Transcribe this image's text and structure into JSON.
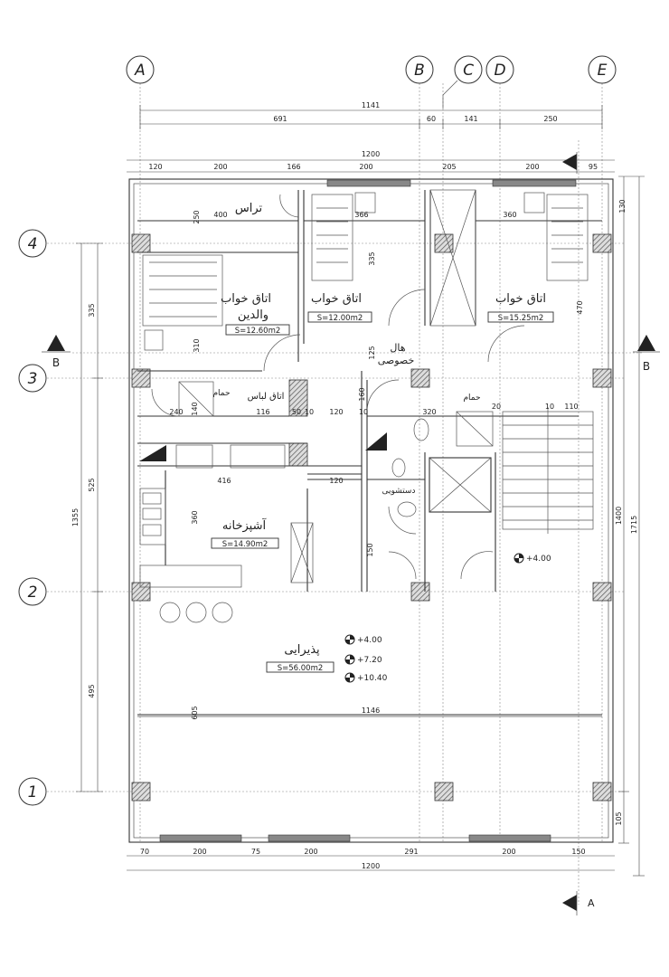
{
  "grid": {
    "columns": [
      "A",
      "B",
      "C",
      "D",
      "E"
    ],
    "rows": [
      "4",
      "3",
      "2",
      "1"
    ]
  },
  "dimensions": {
    "top_total": "1141",
    "top_segments": [
      "691",
      "60",
      "141",
      "250"
    ],
    "overall_width": "1200",
    "top_openings": [
      "120",
      "200",
      "166",
      "200",
      "205",
      "200",
      "95"
    ],
    "bottom_openings": [
      "70",
      "200",
      "75",
      "200",
      "291",
      "200",
      "150"
    ],
    "bottom_total": "1200",
    "left_segments": [
      "335",
      "525",
      "495"
    ],
    "left_total": "1355",
    "right_segments": [
      "1400",
      "105"
    ],
    "right_total": "1715",
    "interior": {
      "terrace_w": "400",
      "bed2_w": "366",
      "bed3_w": "360",
      "d130": "130",
      "d250": "250",
      "d335": "335",
      "d470": "470",
      "d310": "310",
      "d125": "125",
      "d240": "240",
      "d140": "140",
      "d116": "116",
      "d50": "50",
      "d10": "10",
      "d120": "120",
      "d320": "320",
      "d20": "20",
      "d110": "110",
      "d160": "160",
      "d416": "416",
      "d360": "360",
      "d150": "150",
      "d1146": "1146",
      "d605": "605"
    }
  },
  "rooms": {
    "terrace": "تراس",
    "parents_bedroom_l1": "اتاق خواب",
    "parents_bedroom_l2": "والدین",
    "parents_bedroom_area": "S=12.60m2",
    "bedroom_2": "اتاق خواب",
    "bedroom_2_area": "S=12.00m2",
    "bedroom_3": "اتاق خواب",
    "bedroom_3_area": "S=15.25m2",
    "private_hall_l1": "هال",
    "private_hall_l2": "خصوصی",
    "bath_1": "حمام",
    "dressing_room": "اتاق لباس",
    "bath_2": "حمام",
    "washbasin": "دستشویی",
    "kitchen": "آشپزخانه",
    "kitchen_area": "S=14.90m2",
    "reception": "پذیرایی",
    "reception_area": "S=56.00m2"
  },
  "levels": {
    "stair_level": "+4.00",
    "level_1": "+4.00",
    "level_2": "+7.20",
    "level_3": "+10.40"
  },
  "section_markers": {
    "left": "B",
    "right": "B",
    "bottom": "A"
  }
}
